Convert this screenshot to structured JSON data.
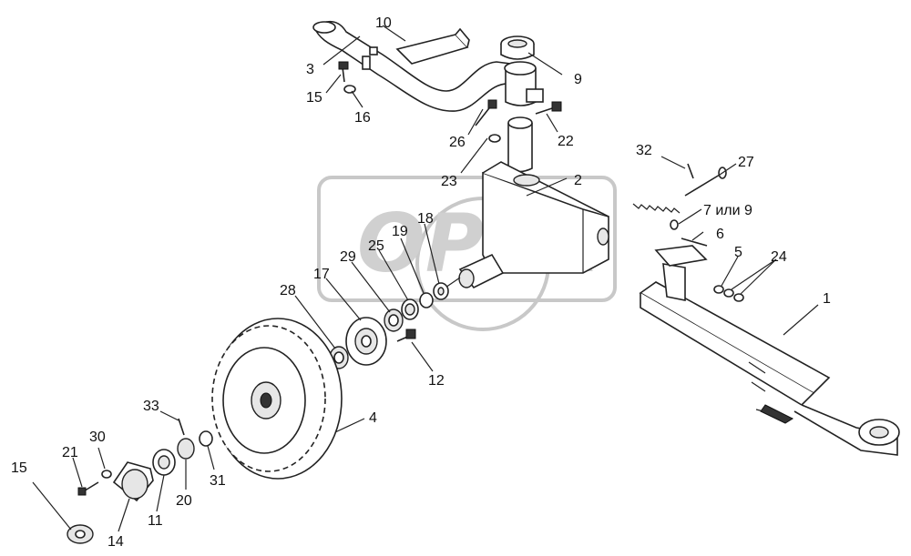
{
  "watermark": {
    "text": "OPEX"
  },
  "callouts": [
    {
      "key": "c1",
      "text": "1"
    },
    {
      "key": "c2",
      "text": "2"
    },
    {
      "key": "c3",
      "text": "3"
    },
    {
      "key": "c4",
      "text": "4"
    },
    {
      "key": "c5",
      "text": "5"
    },
    {
      "key": "c6",
      "text": "6"
    },
    {
      "key": "c7",
      "text": "7 или 9"
    },
    {
      "key": "c9",
      "text": "9"
    },
    {
      "key": "c10",
      "text": "10"
    },
    {
      "key": "c11",
      "text": "11"
    },
    {
      "key": "c12",
      "text": "12"
    },
    {
      "key": "c14",
      "text": "14"
    },
    {
      "key": "c15a",
      "text": "15"
    },
    {
      "key": "c15b",
      "text": "15"
    },
    {
      "key": "c16",
      "text": "16"
    },
    {
      "key": "c17",
      "text": "17"
    },
    {
      "key": "c18",
      "text": "18"
    },
    {
      "key": "c19",
      "text": "19"
    },
    {
      "key": "c20",
      "text": "20"
    },
    {
      "key": "c21",
      "text": "21"
    },
    {
      "key": "c22",
      "text": "22"
    },
    {
      "key": "c23",
      "text": "23"
    },
    {
      "key": "c24",
      "text": "24"
    },
    {
      "key": "c25",
      "text": "25"
    },
    {
      "key": "c26",
      "text": "26"
    },
    {
      "key": "c27",
      "text": "27"
    },
    {
      "key": "c28",
      "text": "28"
    },
    {
      "key": "c29",
      "text": "29"
    },
    {
      "key": "c30",
      "text": "30"
    },
    {
      "key": "c31",
      "text": "31"
    },
    {
      "key": "c32",
      "text": "32"
    },
    {
      "key": "c33",
      "text": "33"
    }
  ]
}
